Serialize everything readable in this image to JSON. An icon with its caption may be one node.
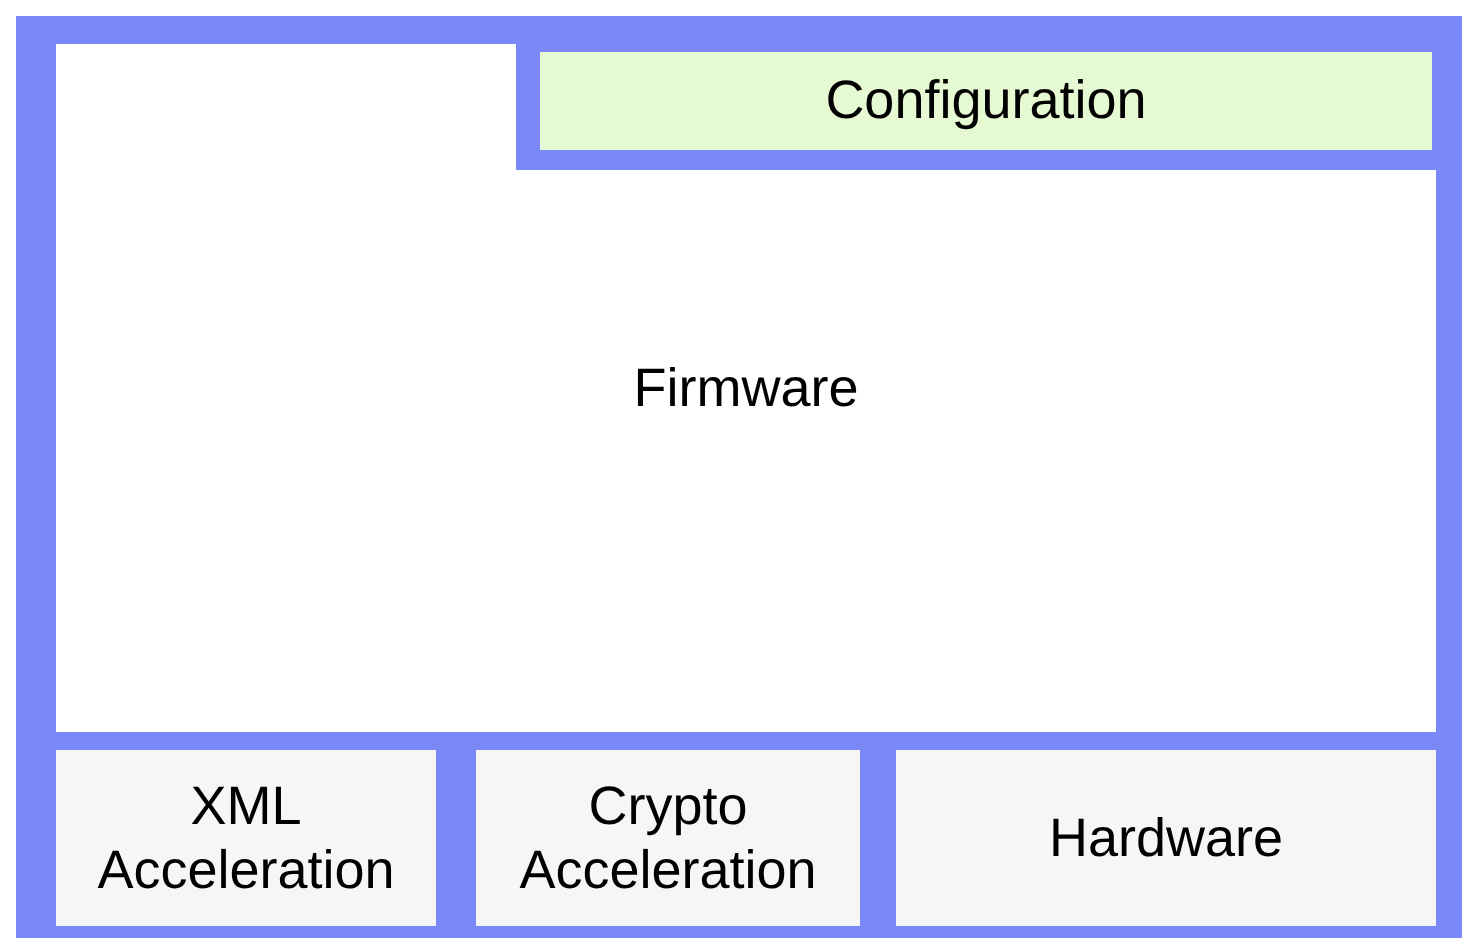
{
  "diagram": {
    "nodes": [
      {
        "text": [
          "Configuration"
        ]
      },
      {
        "text": [
          "Firmware"
        ]
      },
      {
        "text": [
          "XML Acceleration"
        ]
      },
      {
        "text": [
          "Crypto Acceleration"
        ]
      },
      {
        "text": [
          "Hardware"
        ]
      }
    ]
  }
}
